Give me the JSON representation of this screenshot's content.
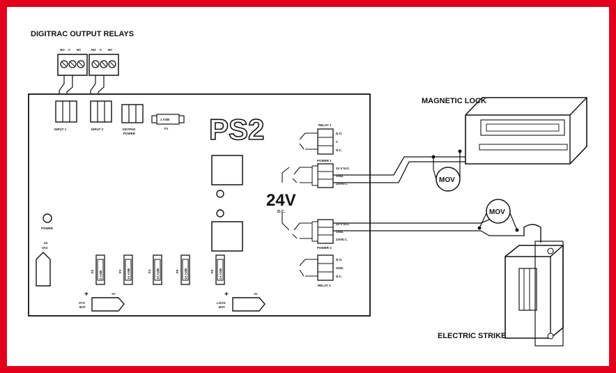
{
  "title": "DIGITRAC OUTPUT RELAYS",
  "board_title": "PS2",
  "voltage": "24V",
  "voltage_sub": "D.C.",
  "relay_terminals_top": [
    "NO",
    "C",
    "NC"
  ],
  "relay_terminals_top2": [
    "NO",
    "C",
    "NC"
  ],
  "inputs": {
    "input1": "INPUT 1",
    "input2": "INPUT 2",
    "keypad": "KEYPAD",
    "keypad_power": "POWER",
    "fuse_f1": "1 ASB",
    "f1": "F1"
  },
  "power_led": "POWER",
  "vac": {
    "value": "24",
    "unit": "VAC"
  },
  "fuses": [
    {
      "id": "F2",
      "rating": "2 ASB"
    },
    {
      "id": "F3",
      "rating": "1A ASB"
    },
    {
      "id": "F4",
      "rating": "1A ASB"
    },
    {
      "id": "F5",
      "rating": "1A ASB"
    },
    {
      "id": "F6",
      "rating": "1A ASB"
    }
  ],
  "batteries": {
    "sys": {
      "line1": "SYS",
      "line2": "BAT"
    },
    "lock": {
      "line1": "LOCK",
      "line2": "BAT"
    }
  },
  "right_blocks": {
    "relay1": {
      "name": "RELAY 1",
      "pins": [
        "N.O.",
        "C",
        "N.C."
      ]
    },
    "power1": {
      "name": "POWER 1",
      "pins": [
        "24 V N.O.",
        "GND.",
        "24VN.C."
      ]
    },
    "power2": {
      "name": "POWER 2",
      "pins": [
        "24 V N.O.",
        "GND.",
        "24VN.C."
      ]
    },
    "relay2": {
      "name": "RELAY 2",
      "pins": [
        "N.O.",
        "GND.",
        "N.C."
      ]
    }
  },
  "devices": {
    "magnetic_lock": "MAGNETIC LOCK",
    "electric_strike": "ELECTRIC STRIKE",
    "mov": "MOV"
  }
}
